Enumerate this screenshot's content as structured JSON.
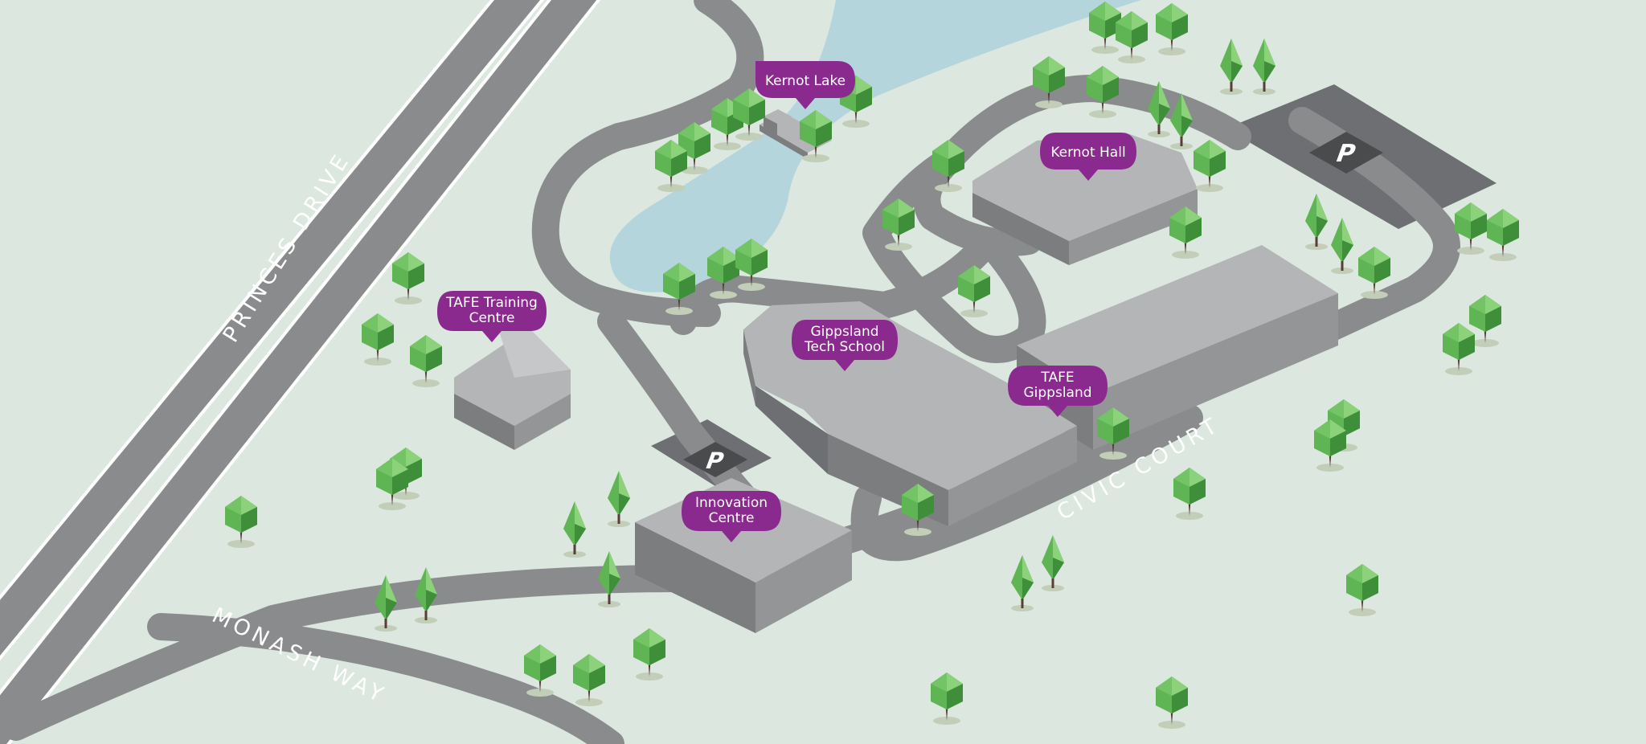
{
  "map": {
    "colors": {
      "ground": "#dbe7df",
      "road": "#8a8b8d",
      "road_edge": "#ffffff",
      "water": "#b4d5dc",
      "parking": "#6e6f72",
      "building_top": "#b4b5b7",
      "building_left": "#7c7d7f",
      "building_right": "#949597",
      "pin": "#8a2a8f",
      "tree_light": "#8bd27a",
      "tree_mid": "#5fb553",
      "tree_dark": "#3f8f3a",
      "trunk": "#5a3e35"
    },
    "roads": {
      "princes": "PRINCES DRIVE",
      "monash": "MONASH WAY",
      "civic": "CIVIC COURT"
    },
    "parking_symbol": "P",
    "pins": {
      "kernot_lake": [
        "Kernot Lake"
      ],
      "kernot_hall": [
        "Kernot Hall"
      ],
      "tafe_training": [
        "TAFE Training",
        "Centre"
      ],
      "gippsland_tech": [
        "Gippsland",
        "Tech School"
      ],
      "tafe_gippsland": [
        "TAFE",
        "Gippsland"
      ],
      "innovation": [
        "Innovation",
        "Centre"
      ]
    }
  }
}
